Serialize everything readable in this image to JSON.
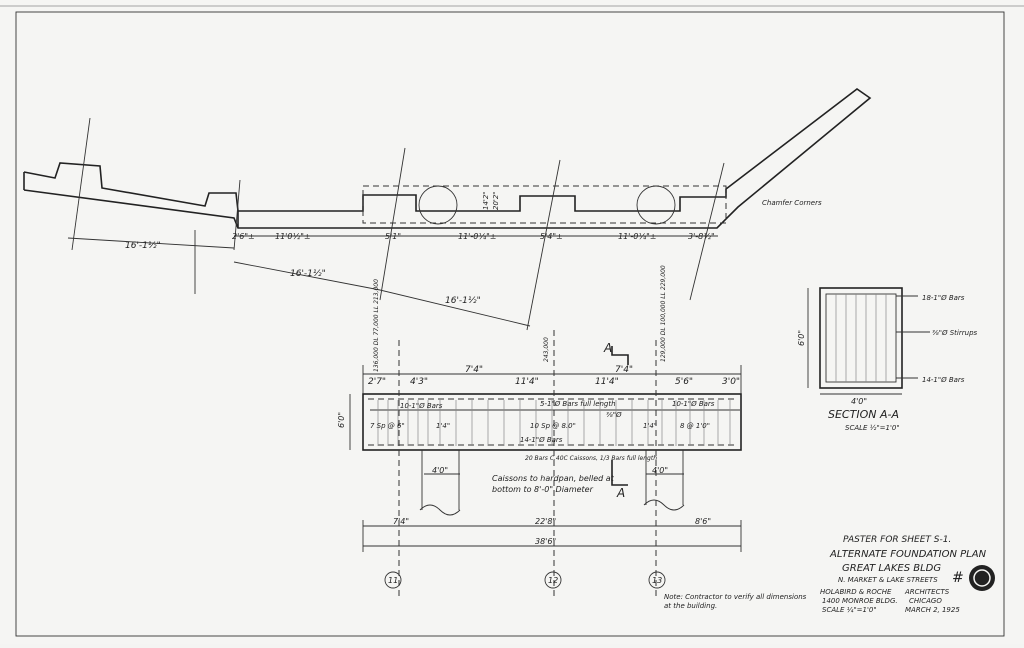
{
  "plan": {
    "dims_top": [
      "2'6\"±",
      "11'0½\"±",
      "5'1\"",
      "11'-0¼\"±",
      "5'4\"±",
      "11'-0¼\"±",
      "3'-8½\""
    ],
    "diagonal_dims": [
      "16'-1½\"",
      "16'-1½\"",
      "16'-1½\""
    ],
    "side_label": "Chamfer Corners",
    "depth": [
      "14'2\"",
      "20'2\""
    ]
  },
  "beam": {
    "top_dims": [
      "2'7\"",
      "4'3\"",
      "7'4\"",
      "11'4\"",
      "11'4\"",
      "7'4\"",
      "5'6\"",
      "3'0\""
    ],
    "height": "6'0\"",
    "bar_notes": [
      "10-1\"Ø Bars",
      "5-1\"Ø Bars full length",
      "10-1\"Ø Bars",
      "14-1\"Ø Bars"
    ],
    "stirrup_note": "⅜\"Ø",
    "spacings": [
      "7 Sp @ 6\"",
      "1'4\"",
      "10 Sp @ 8.0\"",
      "1'4\"",
      "8 @ 1'0\""
    ],
    "load_labels": [
      "136,000 DL\n77,000 LL\n213,000",
      "243,000",
      "129,000 DL\n100,000 LL\n229,000"
    ],
    "caisson_note": "20 Bars C.40C Caissons,\n1/3 Bars full length",
    "caisson_dims": [
      "4'0\"",
      "4'0\""
    ],
    "caisson_text": [
      "Caissons to hardpan, belled at",
      "bottom to 8'-0\" Diameter"
    ],
    "bottom_dims": [
      "7'4\"",
      "22'8\"",
      "8'6\"",
      "38'6\""
    ],
    "column_markers": [
      "11",
      "12",
      "13"
    ],
    "section_marker": "A"
  },
  "section": {
    "labels": [
      "18-1\"Ø Bars",
      "⅜\"Ø Stirrups",
      "14-1\"Ø Bars"
    ],
    "height": "6'0\"",
    "width": "4'0\"",
    "title": "SECTION A-A",
    "scale": "SCALE ½\"=1'0\""
  },
  "title_block": {
    "lines": [
      "PASTER FOR SHEET S-1.",
      "ALTERNATE FOUNDATION PLAN",
      "GREAT LAKES BLDG",
      "N. MARKET & LAKE STREETS"
    ],
    "note": [
      "Note: Contractor to verify all dimensions",
      "at the building."
    ],
    "architect": [
      "HOLABIRD & ROCHE",
      "1400 MONROE BLDG.",
      "SCALE ¼\"=1'0\""
    ],
    "city": [
      "ARCHITECTS",
      "CHICAGO",
      "MARCH 2, 1925"
    ],
    "sheet_number": "#"
  }
}
